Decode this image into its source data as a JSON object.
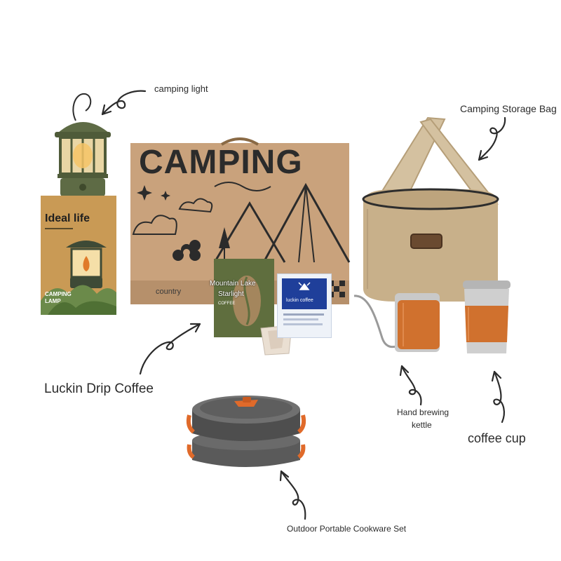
{
  "labels": {
    "camping_light": "camping light",
    "storage_bag": "Camping Storage Bag",
    "drip_coffee": "Luckin Drip Coffee",
    "kettle_line1": "Hand brewing",
    "kettle_line2": "kettle",
    "coffee_cup": "coffee cup",
    "cookware": "Outdoor Portable Cookware Set"
  },
  "box": {
    "title": "CAMPING",
    "brand": "country"
  },
  "lamp_box": {
    "title": "Ideal life",
    "line1": "CAMPING",
    "line2": "LAMP"
  },
  "coffee_pack": {
    "title_line1": "Mountain Lake",
    "title_line2": "Starlight",
    "subtitle": "COFFEE"
  },
  "luckin_pack": {
    "brand": "luckin coffee"
  },
  "colors": {
    "kraft": "#c9a27c",
    "olive": "#5f6e3e",
    "orange": "#d0712e",
    "bag": "#c8b08a",
    "ink": "#2b2b2b"
  }
}
